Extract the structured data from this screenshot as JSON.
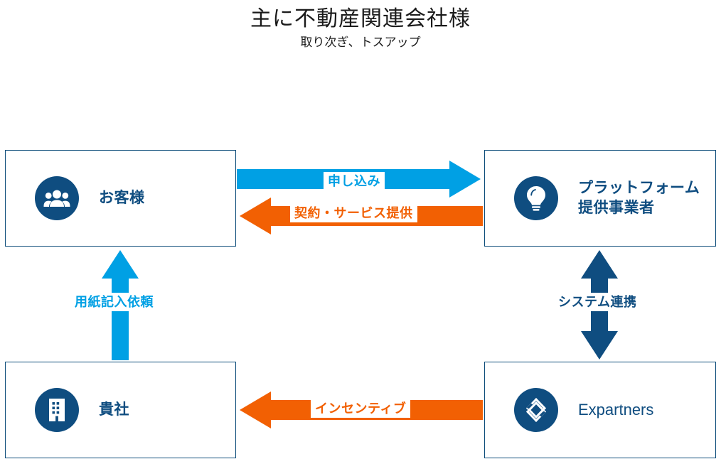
{
  "title": {
    "main": "主に不動産関連会社様",
    "sub": "取り次ぎ、トスアップ"
  },
  "colors": {
    "navy": "#0f4d80",
    "cyan": "#00a0e4",
    "orange": "#f26003",
    "box_border": "#0d4d7a",
    "background": "#ffffff"
  },
  "nodes": [
    {
      "id": "customer",
      "label": "お客様",
      "icon": "people-group-icon",
      "position": "top-left"
    },
    {
      "id": "platform",
      "label": "プラットフォーム\n提供事業者",
      "icon": "lightbulb-icon",
      "position": "top-right"
    },
    {
      "id": "your-company",
      "label": "貴社",
      "icon": "building-icon",
      "position": "bottom-left"
    },
    {
      "id": "expartners",
      "label": "Expartners",
      "icon": "expartners-logo-icon",
      "position": "bottom-right"
    }
  ],
  "arrows": [
    {
      "id": "application",
      "label": "申し込み",
      "color": "#00a0e4",
      "from": "customer",
      "to": "platform",
      "direction": "right"
    },
    {
      "id": "contract-service",
      "label": "契約・サービス提供",
      "color": "#f26003",
      "from": "platform",
      "to": "customer",
      "direction": "left"
    },
    {
      "id": "paper-request",
      "label": "用紙記入依頼",
      "color": "#00a0e4",
      "from": "your-company",
      "to": "customer",
      "direction": "up"
    },
    {
      "id": "system-link",
      "label": "システム連携",
      "color": "#0f4d80",
      "from": "expartners",
      "to": "platform",
      "direction": "both"
    },
    {
      "id": "incentive",
      "label": "インセンティブ",
      "color": "#f26003",
      "from": "expartners",
      "to": "your-company",
      "direction": "left"
    }
  ]
}
